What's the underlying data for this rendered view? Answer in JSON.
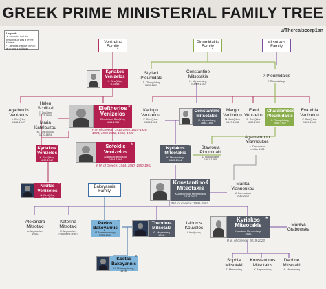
{
  "title": "GREEK PRIME MINISTERIAL FAMILY TREE",
  "credit": "u/Therealscorp1an",
  "legend": {
    "heading": "Legend:",
    "items": [
      "★ - denotes that the person is or was a Prime Minister",
      "* - denotes that the person is or was a politician"
    ]
  },
  "families": {
    "venizelos": "Venizelos Family",
    "ploumidakis": "Ploumidakis Family",
    "mitsotakis": "Mitsotakis Family",
    "bakoyannis": "Bakoyannis Family"
  },
  "people": {
    "kyriakos_sr": {
      "name": "Kyriakos Venizelos",
      "sub": "Κ. Βενιζέλος\nd. 1863"
    },
    "styliani": {
      "name": "Styliani Ploumidaki",
      "sub": "Σ. Πλουμιδάκη\n1832-1897"
    },
    "constantine_sr": {
      "name": "Constantine Mitsotakis",
      "sub": "Κ. Μητσοτάκης\nb. after 1780"
    },
    "q_ploumidakis": {
      "name": "? Ploumidakis",
      "sub": "? Πλουμιδάκης"
    },
    "agathoklis": {
      "name": "Agathoklis Venizelos",
      "sub": "Α. Βενιζέλος\n1861-1947"
    },
    "helen": {
      "name": "Helen Schilizzi",
      "sub": "Ε. Σκυλίτση\n1873-1959"
    },
    "maria_k": {
      "name": "Maria Katelouzou",
      "sub": "Μ. Κατελούζου\n1870-1894"
    },
    "eleftherios": {
      "name": "Eleftherios Venizelos",
      "sub": "Ελευθέριος Βενιζέλος\n1864-1936"
    },
    "katingo": {
      "name": "Katingo Venizelou",
      "sub": "Κ. Βενιζέλου\n1858-1934"
    },
    "constantine_m": {
      "name": "Constantine Mitsotakis",
      "sub": "Κ. Μητσοτάκης\n1845-1898"
    },
    "margo": {
      "name": "Margo Venizelou",
      "sub": "Μ. Βενιζέλου\n1847-1908"
    },
    "eleni": {
      "name": "Eleni Venizelou",
      "sub": "Ε. Βενιζέλου\n1852-1912"
    },
    "charalambos": {
      "name": "Charalambos Ploumidakis",
      "sub": "Χ. Πλουμιδάκης\n1866-1917"
    },
    "evanthia": {
      "name": "Evanthia Venizelou",
      "sub": "Ε. Βενιζέλου\n1869-1940"
    },
    "kyriakos_v": {
      "name": "Kyriakos Venizelos",
      "sub": "Κ. Βενιζέλος\n1892-1942"
    },
    "sofoklis": {
      "name": "Sofoklis Venizelos",
      "sub": "Σοφοκλής Βενιζέλος\n1894-1964"
    },
    "kyriakos_m": {
      "name": "Kyriakos Mitsotakis",
      "sub": "Κ. Μητσοτάκης\n1883-1944"
    },
    "stavroula": {
      "name": "Stavroula Ploumidaki",
      "sub": "Σ. Πλουμιδάκη\n1891-1965"
    },
    "agamemnon": {
      "name": "Agamemnon Yiannoukos",
      "sub": "Α. Γιαννούκος\nb. after 1901"
    },
    "nikitas": {
      "name": "Nikitas Venizelos",
      "sub": "Ν. Βενιζέλος\n1930-2018"
    },
    "konstantinos": {
      "name": "Konstantinos Mitsotakis",
      "sub": "Κωνσταντίνος Μητσοτάκης\n1918-2017"
    },
    "marika": {
      "name": "Marika Yiannoukou",
      "sub": "Μ. Γιαννούκου\n1930-2012"
    },
    "alexandra": {
      "name": "Alexandra Mitsotaki",
      "sub": "Α. Μητσοτάκη\n1956-"
    },
    "katerina": {
      "name": "Katerina Mitsotaki",
      "sub": "Κ. Μητσοτάκη\n(Youngest child)"
    },
    "pavlos": {
      "name": "Pavlos Bakoyannis",
      "sub": "Π. Μπακογιάννης\n1935-1989"
    },
    "theodora": {
      "name": "Theodora Mitsotaki",
      "sub": "Θ. Μητσοτάκη\n1954-"
    },
    "isidoros": {
      "name": "Isidoros Kouvelos",
      "sub": "Ι. Κούβελος"
    },
    "kyriakos_pm": {
      "name": "Kyriakos Mitsotakis",
      "sub": "Κυριάκος Μητσοτάκης\n1968-"
    },
    "mareva": {
      "name": "Mareva Grabowska",
      "sub": ""
    },
    "kostas": {
      "name": "Kostas Bakoyannis",
      "sub": "Κ. Μπακογιάννης\n1978-"
    },
    "sophia": {
      "name": "Sophia Mitsotaki",
      "sub": "Σ. Μητσοτάκη"
    },
    "konstantinos_jr": {
      "name": "Konstantinos Mitsotakis",
      "sub": "Κ. Μητσοτάκης"
    },
    "daphne": {
      "name": "Daphne Mitsotaki",
      "sub": "Δ. Μητσοτάκη"
    }
  },
  "terms": {
    "eleftherios": "P.M. of Greece: 1910-1915, 1915-1920,\n1924, 1928-1932, 1933, 1933",
    "sofoklis": "P.M. of Greece: 1944, 1950, 1950-1951",
    "konstantinos": "P.M. of Greece: 1990-1993",
    "kyriakos_pm": "P.M. of Greece: 2019-2023"
  },
  "colors": {
    "pm_magenta": "#b3204f",
    "politician_gray": "#555b66",
    "ploumidakis_green": "#8aad4b",
    "bakoyannis_blue": "#7fb4db",
    "venizelos_line": "#b03060",
    "mitsotakis_line": "#7a4fa0",
    "ploumidakis_line": "#8aad4b",
    "bakoyannis_line": "#3a6ea5"
  }
}
